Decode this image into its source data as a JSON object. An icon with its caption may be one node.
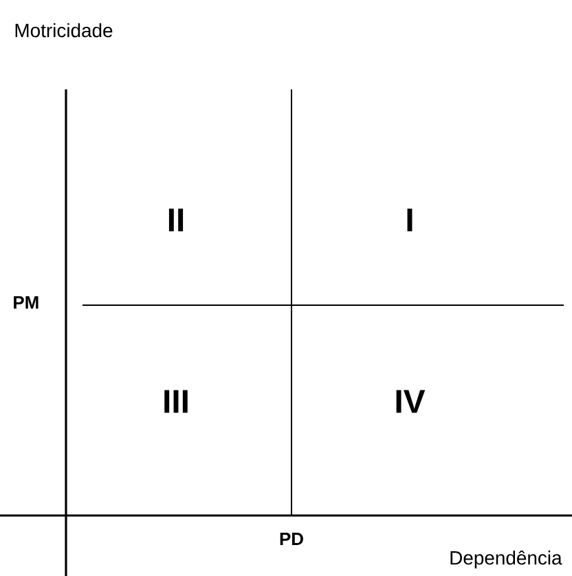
{
  "diagram": {
    "labels": [
      "Motricidade",
      "II",
      "I",
      "PM",
      "III",
      "IV",
      "PD",
      "Dependência"
    ]
  }
}
